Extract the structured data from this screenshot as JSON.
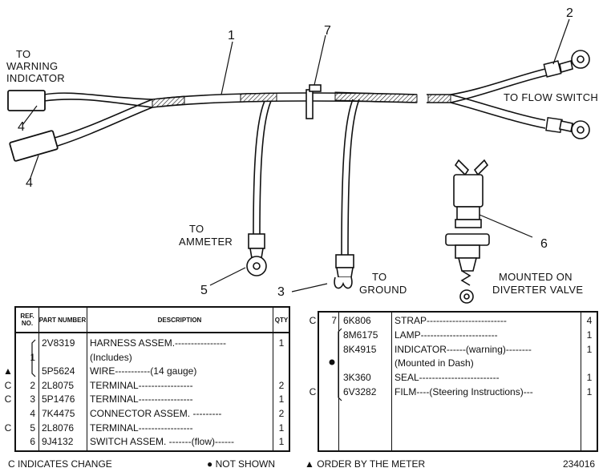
{
  "labels": {
    "warning_indicator": [
      "TO",
      "WARNING",
      "INDICATOR"
    ],
    "flow_switch": "TO FLOW SWITCH",
    "ammeter": [
      "TO",
      "AMMETER"
    ],
    "ground": [
      "TO",
      "GROUND"
    ],
    "diverter": [
      "MOUNTED ON",
      "DIVERTER VALVE"
    ]
  },
  "callouts": {
    "c1": "1",
    "c2": "2",
    "c3": "3",
    "c4a": "4",
    "c4b": "4",
    "c5": "5",
    "c6": "6",
    "c7": "7"
  },
  "table_left": {
    "headers": {
      "ref": "REF. NO.",
      "part": "PART NUMBER",
      "desc": "DESCRIPTION",
      "qty": "QTY"
    },
    "rows": [
      {
        "code": "",
        "ref": "",
        "part": "2V8319",
        "desc": "HARNESS ASSEM.----------------",
        "qty": "1"
      },
      {
        "code": "",
        "ref": "1",
        "part": "",
        "desc": "(Includes)",
        "qty": ""
      },
      {
        "code": "▲",
        "ref": "",
        "part": "5P5624",
        "desc": "WIRE-----------(14 gauge)",
        "qty": ""
      },
      {
        "code": "C",
        "ref": "2",
        "part": "2L8075",
        "desc": "TERMINAL-----------------",
        "qty": "2"
      },
      {
        "code": "C",
        "ref": "3",
        "part": "5P1476",
        "desc": "TERMINAL-----------------",
        "qty": "1"
      },
      {
        "code": "",
        "ref": "4",
        "part": "7K4475",
        "desc": "CONNECTOR ASSEM. ---------",
        "qty": "2"
      },
      {
        "code": "C",
        "ref": "5",
        "part": "2L8076",
        "desc": "TERMINAL-----------------",
        "qty": "1"
      },
      {
        "code": "",
        "ref": "6",
        "part": "9J4132",
        "desc": "SWITCH ASSEM. -------(flow)------",
        "qty": "1"
      }
    ]
  },
  "table_right": {
    "rows": [
      {
        "code": "C",
        "ref": "7",
        "part": "6K806",
        "desc": "STRAP-------------------------",
        "qty": "4"
      },
      {
        "code": "",
        "ref": "",
        "part": "8M6175",
        "desc": "LAMP------------------------",
        "qty": "1"
      },
      {
        "code": "",
        "ref": "",
        "part": "8K4915",
        "desc": "INDICATOR------(warning)--------",
        "qty": "1"
      },
      {
        "code": "",
        "ref": "",
        "part": "",
        "desc": "(Mounted in Dash)",
        "qty": ""
      },
      {
        "code": "",
        "ref": "",
        "part": "3K360",
        "desc": "SEAL-------------------------",
        "qty": "1"
      },
      {
        "code": "C",
        "ref": "",
        "part": "6V3282",
        "desc": "FILM----(Steering Instructions)---",
        "qty": "1"
      }
    ]
  },
  "footer": {
    "change": "C INDICATES CHANGE",
    "not_shown": "NOT SHOWN",
    "meter": "ORDER BY THE METER",
    "figure_no": "234016"
  }
}
